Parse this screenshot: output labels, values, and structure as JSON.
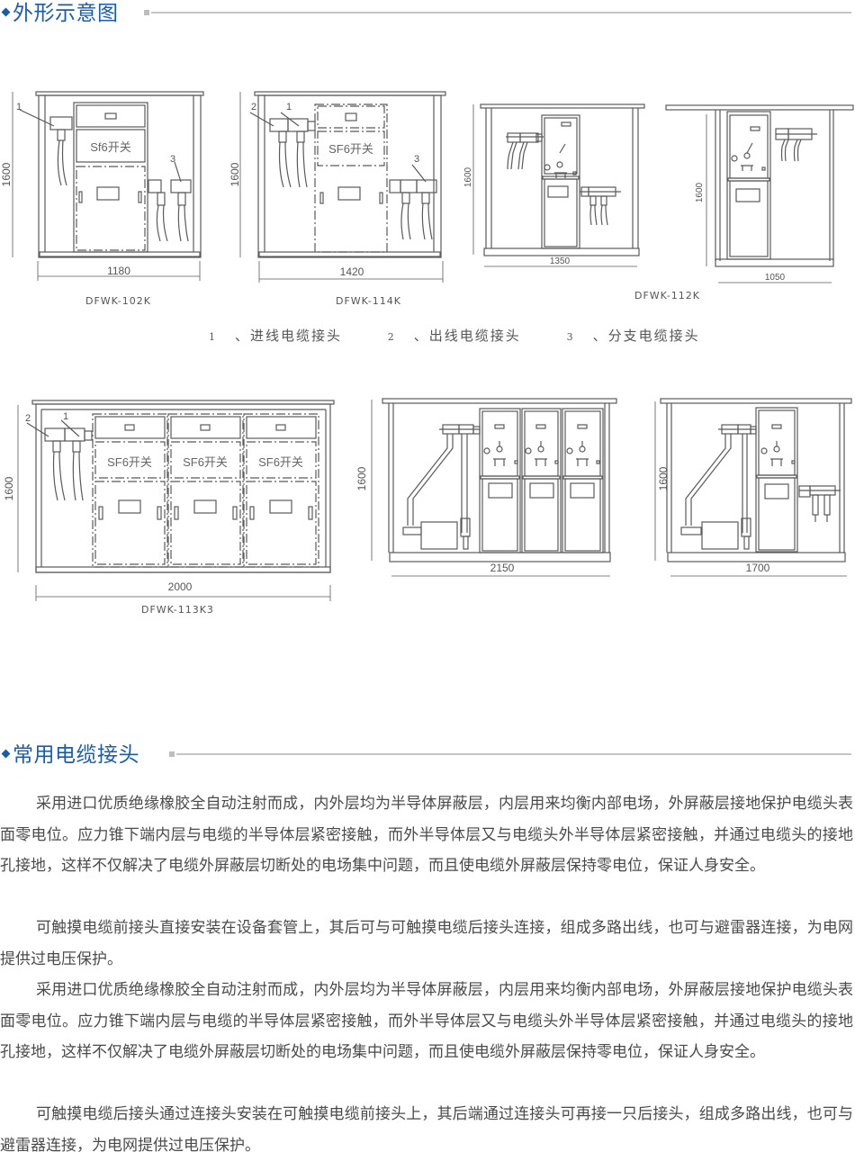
{
  "sections": [
    {
      "title": "外形示意图"
    },
    {
      "title": "常用电缆接头"
    }
  ],
  "diagrams": [
    {
      "model": "DFWK-102K",
      "width_mm": "1180",
      "height_mm": "1600",
      "switch_label": "Sf6开关",
      "callouts": [
        "1",
        "3"
      ]
    },
    {
      "model": "DFWK-114K",
      "width_mm": "1420",
      "height_mm": "1600",
      "switch_label": "SF6开关",
      "callouts": [
        "2",
        "1",
        "3"
      ]
    },
    {
      "model": "",
      "width_mm": "1350",
      "height_mm": "1600"
    },
    {
      "model": "DFWK-112K",
      "width_mm": "1050",
      "height_mm": "1600"
    },
    {
      "model": "DFWK-113K3",
      "width_mm": "2000",
      "height_mm": "1600",
      "switch_label": "SF6开关",
      "callouts": [
        "2",
        "1"
      ]
    },
    {
      "model": "",
      "width_mm": "2150",
      "height_mm": "1600"
    },
    {
      "model": "",
      "width_mm": "1700",
      "height_mm": "1600"
    }
  ],
  "legend": [
    {
      "num": "1",
      "text": "、进线电缆接头"
    },
    {
      "num": "2",
      "text": "、出线电缆接头"
    },
    {
      "num": "3",
      "text": "、分支电缆接头"
    }
  ],
  "paragraphs": [
    "采用进口优质绝缘橡胶全自动注射而成，内外层均为半导体屏蔽层，内层用来均衡内部电场，外屏蔽层接地保护电缆头表面零电位。应力锥下端内层与电缆的半导体层紧密接触，而外半导体层又与电缆头外半导体层紧密接触，并通过电缆头的接地孔接地，这样不仅解决了电缆外屏蔽层切断处的电场集中问题，而且使电缆外屏蔽层保持零电位，保证人身安全。",
    "可触摸电缆前接头直接安装在设备套管上，其后可与可触摸电缆后接头连接，组成多路出线，也可与避雷器连接，为电网提供过电压保护。",
    "采用进口优质绝缘橡胶全自动注射而成，内外层均为半导体屏蔽层，内层用来均衡内部电场，外屏蔽层接地保护电缆头表面零电位。应力锥下端内层与电缆的半导体层紧密接触，而外半导体层又与电缆头外半导体层紧密接触，并通过电缆头的接地孔接地，这样不仅解决了电缆外屏蔽层切断处的电场集中问题，而且使电缆外屏蔽层保持零电位，保证人身安全。",
    "可触摸电缆后接头通过连接头安装在可触摸电缆前接头上，其后端通过连接头可再接一只后接头，组成多路出线，也可与避雷器连接，为电网提供过电压保护。"
  ],
  "colors": {
    "accent": "#1a5ca8",
    "rule": "#c4c4c4",
    "line": "#5a5a5a",
    "text": "#4a4a4a"
  }
}
